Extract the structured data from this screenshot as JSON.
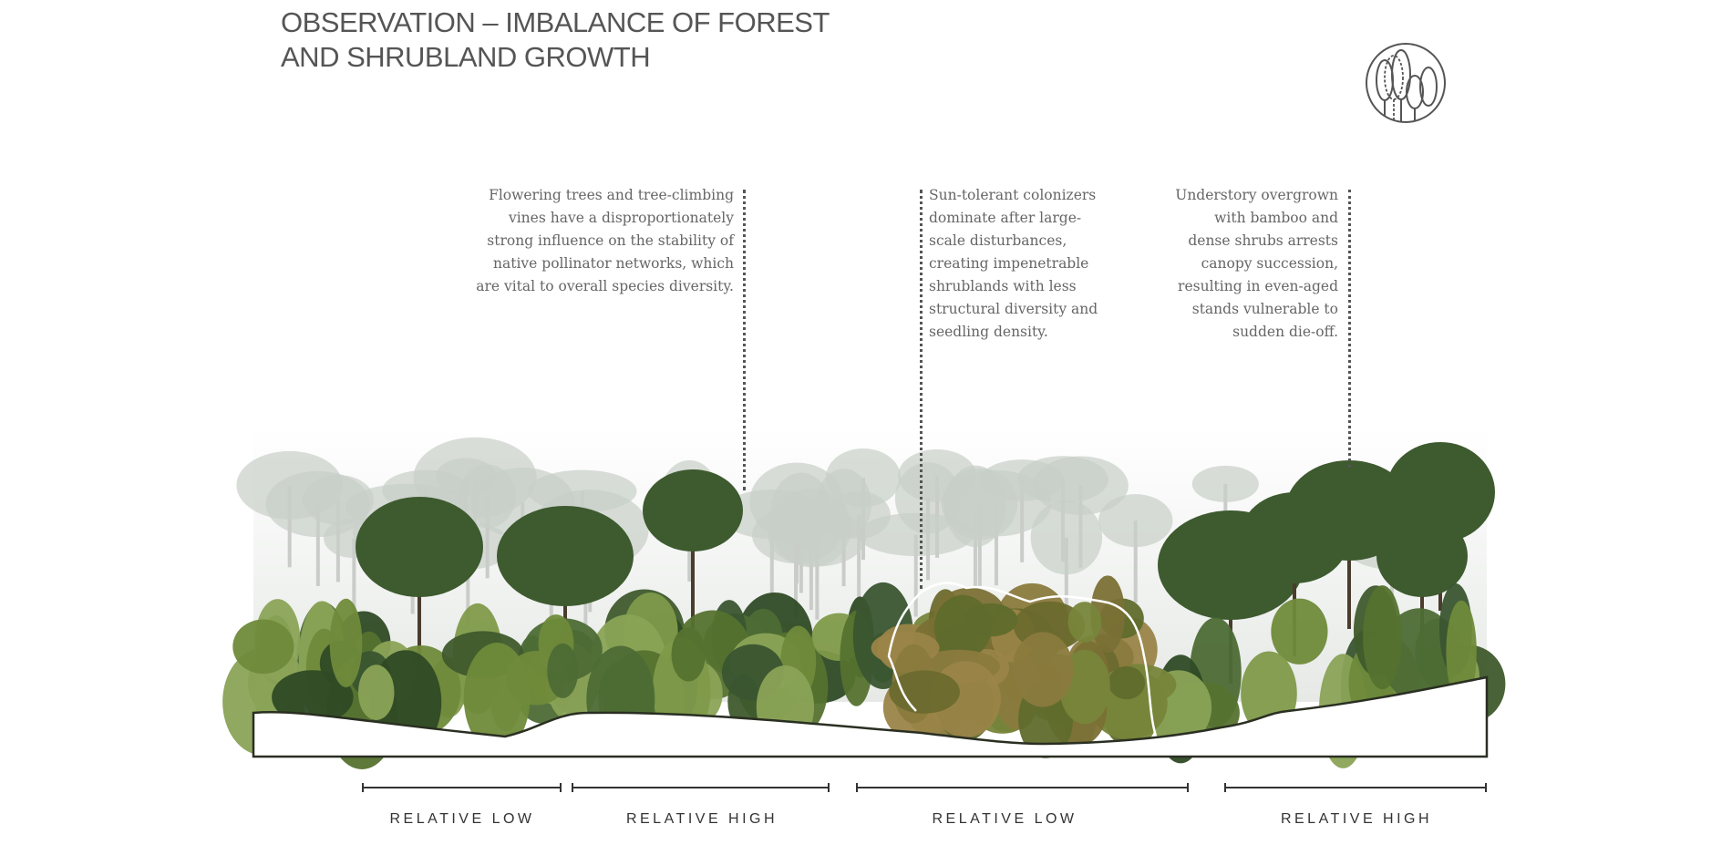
{
  "title": {
    "lines": [
      "OBSERVATION – IMBALANCE OF FOREST",
      "AND SHRUBLAND GROWTH"
    ]
  },
  "logo": {
    "icon": "forest-trees-circle-icon"
  },
  "notes": [
    {
      "lines": [
        "Flowering trees and tree-climbing",
        "vines have a disproportionately",
        "strong influence on the stability of",
        "native pollinator networks, which",
        "are vital to overall species diversity."
      ]
    },
    {
      "lines": [
        "Sun-tolerant colonizers",
        "dominate after large-",
        "scale disturbances,",
        "creating impenetrable",
        "shrublands with less",
        "structural diversity and",
        "seedling density."
      ]
    },
    {
      "lines": [
        "Understory overgrown",
        "with bamboo and",
        "dense shrubs arrests",
        "canopy succession,",
        "resulting in even-aged",
        "stands vulnerable to",
        "sudden die-off."
      ]
    }
  ],
  "scale": [
    {
      "label": "RELATIVE LOW"
    },
    {
      "label": "RELATIVE HIGH"
    },
    {
      "label": "RELATIVE LOW"
    },
    {
      "label": "RELATIVE HIGH"
    }
  ],
  "colors": {
    "text": "#555555",
    "highlight_outline": "#ffffff",
    "ground": "#2a2f22"
  }
}
